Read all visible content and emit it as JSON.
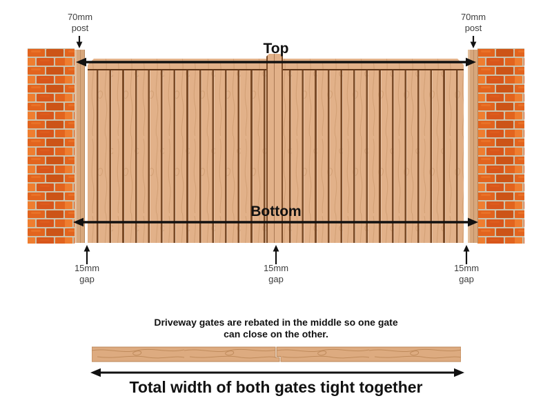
{
  "colors": {
    "background": "#ffffff",
    "text_dark": "#111111",
    "text_gray": "#3d3d3d",
    "arrow": "#111111",
    "wood_base": "#e2b189",
    "wood_groove": "#7b4b27",
    "wood_rail": "#5f3517",
    "wood_grain": "#b5804f",
    "post_wood": "#d7a77c",
    "post_edge": "#b5855c",
    "plank_wood": "#ddab80",
    "plank_edge": "#bb8656",
    "brick_a": "#e2641e",
    "brick_b": "#cc5417",
    "brick_c": "#ef7d2f",
    "brick_d": "#d8561b",
    "mortar": "#ccc2ab"
  },
  "annotations": {
    "top_label": "Top",
    "bottom_label": "Bottom",
    "post_label": {
      "line1": "70mm",
      "line2": "post"
    },
    "gap_label": {
      "line1": "15mm",
      "line2": "gap"
    }
  },
  "bottom_view": {
    "caption_line1": "Driveway gates are rebated in the middle so one gate",
    "caption_line2": "can close on the other.",
    "total_width_label": "Total width of both gates tight together"
  }
}
